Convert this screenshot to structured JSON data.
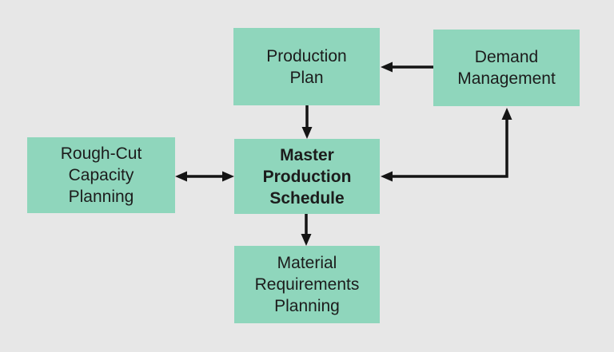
{
  "diagram": {
    "colors": {
      "background": "#e7e7e7",
      "box": "#8fd6bc",
      "text": "#1c1c1c",
      "arrow": "#141414"
    },
    "nodes": {
      "production_plan": {
        "label": "Production Plan",
        "lines": [
          "Production",
          "Plan"
        ],
        "emphasis": "normal"
      },
      "demand_management": {
        "label": "Demand Management",
        "lines": [
          "Demand",
          "Management"
        ],
        "emphasis": "normal"
      },
      "rough_cut_capacity_planning": {
        "label": "Rough-Cut Capacity Planning",
        "lines": [
          "Rough-Cut",
          "Capacity",
          "Planning"
        ],
        "emphasis": "normal"
      },
      "master_production_schedule": {
        "label": "Master Production Schedule",
        "lines": [
          "Master",
          "Production",
          "Schedule"
        ],
        "emphasis": "bold"
      },
      "material_requirements_planning": {
        "label": "Material Requirements Planning",
        "lines": [
          "Material",
          "Requirements",
          "Planning"
        ],
        "emphasis": "normal"
      }
    },
    "connectors": [
      {
        "from": "demand_management",
        "to": "production_plan",
        "direction": "one-way"
      },
      {
        "from": "production_plan",
        "to": "master_production_schedule",
        "direction": "one-way"
      },
      {
        "from": "rough_cut_capacity_planning",
        "to": "master_production_schedule",
        "direction": "two-way"
      },
      {
        "from": "demand_management",
        "to": "master_production_schedule",
        "direction": "two-way"
      },
      {
        "from": "master_production_schedule",
        "to": "material_requirements_planning",
        "direction": "one-way"
      }
    ]
  }
}
